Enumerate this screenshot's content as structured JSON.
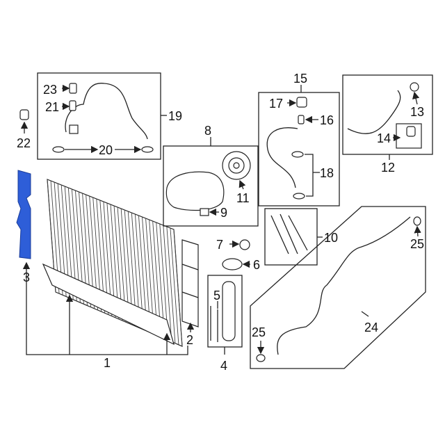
{
  "diagram": {
    "title": "A/C Condenser & Compressor Components",
    "highlight_color": "#2e5ed8",
    "callouts": {
      "c1": "1",
      "c2": "2",
      "c3": "3",
      "c4": "4",
      "c5": "5",
      "c6": "6",
      "c7": "7",
      "c8": "8",
      "c9": "9",
      "c10": "10",
      "c11": "11",
      "c12": "12",
      "c13": "13",
      "c14": "14",
      "c15": "15",
      "c16": "16",
      "c17": "17",
      "c18": "18",
      "c19": "19",
      "c20": "20",
      "c21": "21",
      "c22": "22",
      "c23": "23",
      "c24": "24",
      "c25a": "25",
      "c25b": "25"
    }
  }
}
